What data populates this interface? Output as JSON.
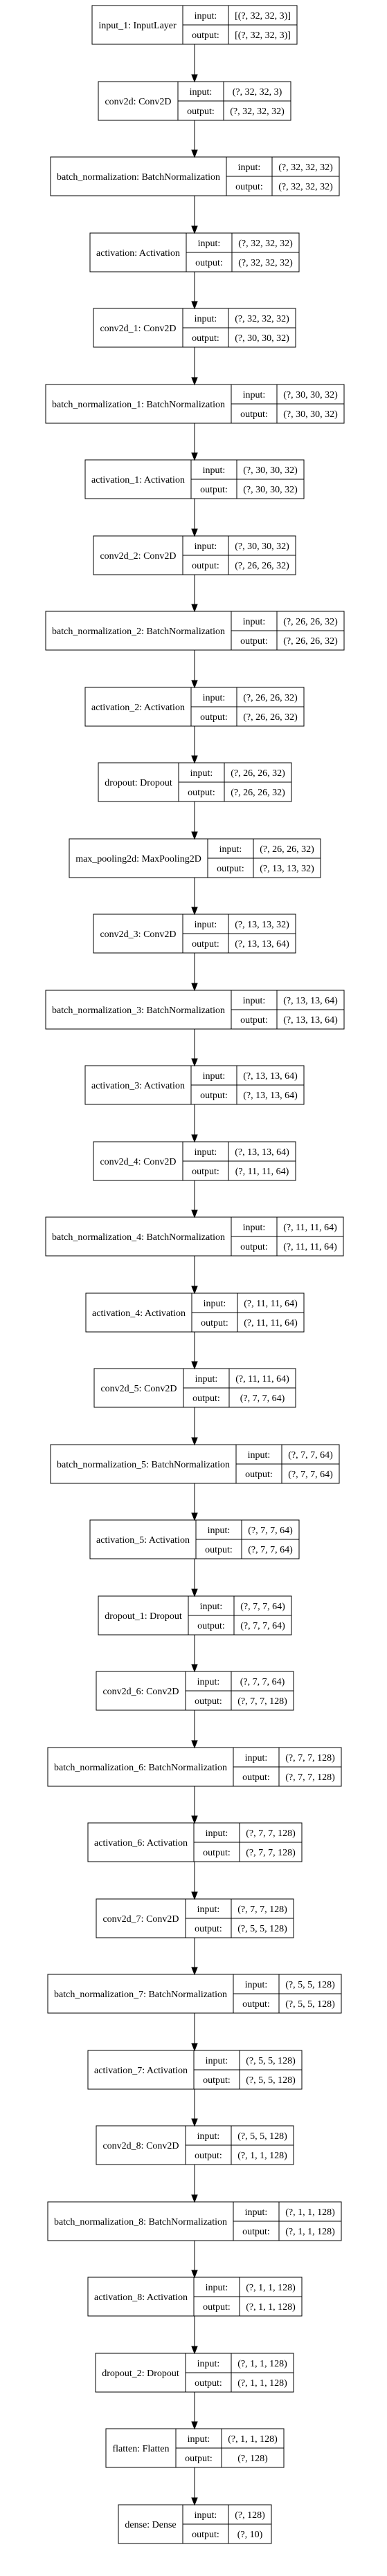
{
  "diagram": {
    "type": "keras-model-plot",
    "labels": {
      "input": "input:",
      "output": "output:"
    },
    "layers": [
      {
        "name": "input_1: InputLayer",
        "input": "[(?, 32, 32, 3)]",
        "output": "[(?, 32, 32, 3)]"
      },
      {
        "name": "conv2d: Conv2D",
        "input": "(?, 32, 32, 3)",
        "output": "(?, 32, 32, 32)"
      },
      {
        "name": "batch_normalization: BatchNormalization",
        "input": "(?, 32, 32, 32)",
        "output": "(?, 32, 32, 32)"
      },
      {
        "name": "activation: Activation",
        "input": "(?, 32, 32, 32)",
        "output": "(?, 32, 32, 32)"
      },
      {
        "name": "conv2d_1: Conv2D",
        "input": "(?, 32, 32, 32)",
        "output": "(?, 30, 30, 32)"
      },
      {
        "name": "batch_normalization_1: BatchNormalization",
        "input": "(?, 30, 30, 32)",
        "output": "(?, 30, 30, 32)"
      },
      {
        "name": "activation_1: Activation",
        "input": "(?, 30, 30, 32)",
        "output": "(?, 30, 30, 32)"
      },
      {
        "name": "conv2d_2: Conv2D",
        "input": "(?, 30, 30, 32)",
        "output": "(?, 26, 26, 32)"
      },
      {
        "name": "batch_normalization_2: BatchNormalization",
        "input": "(?, 26, 26, 32)",
        "output": "(?, 26, 26, 32)"
      },
      {
        "name": "activation_2: Activation",
        "input": "(?, 26, 26, 32)",
        "output": "(?, 26, 26, 32)"
      },
      {
        "name": "dropout: Dropout",
        "input": "(?, 26, 26, 32)",
        "output": "(?, 26, 26, 32)"
      },
      {
        "name": "max_pooling2d: MaxPooling2D",
        "input": "(?, 26, 26, 32)",
        "output": "(?, 13, 13, 32)"
      },
      {
        "name": "conv2d_3: Conv2D",
        "input": "(?, 13, 13, 32)",
        "output": "(?, 13, 13, 64)"
      },
      {
        "name": "batch_normalization_3: BatchNormalization",
        "input": "(?, 13, 13, 64)",
        "output": "(?, 13, 13, 64)"
      },
      {
        "name": "activation_3: Activation",
        "input": "(?, 13, 13, 64)",
        "output": "(?, 13, 13, 64)"
      },
      {
        "name": "conv2d_4: Conv2D",
        "input": "(?, 13, 13, 64)",
        "output": "(?, 11, 11, 64)"
      },
      {
        "name": "batch_normalization_4: BatchNormalization",
        "input": "(?, 11, 11, 64)",
        "output": "(?, 11, 11, 64)"
      },
      {
        "name": "activation_4: Activation",
        "input": "(?, 11, 11, 64)",
        "output": "(?, 11, 11, 64)"
      },
      {
        "name": "conv2d_5: Conv2D",
        "input": "(?, 11, 11, 64)",
        "output": "(?, 7, 7, 64)"
      },
      {
        "name": "batch_normalization_5: BatchNormalization",
        "input": "(?, 7, 7, 64)",
        "output": "(?, 7, 7, 64)"
      },
      {
        "name": "activation_5: Activation",
        "input": "(?, 7, 7, 64)",
        "output": "(?, 7, 7, 64)"
      },
      {
        "name": "dropout_1: Dropout",
        "input": "(?, 7, 7, 64)",
        "output": "(?, 7, 7, 64)"
      },
      {
        "name": "conv2d_6: Conv2D",
        "input": "(?, 7, 7, 64)",
        "output": "(?, 7, 7, 128)"
      },
      {
        "name": "batch_normalization_6: BatchNormalization",
        "input": "(?, 7, 7, 128)",
        "output": "(?, 7, 7, 128)"
      },
      {
        "name": "activation_6: Activation",
        "input": "(?, 7, 7, 128)",
        "output": "(?, 7, 7, 128)"
      },
      {
        "name": "conv2d_7: Conv2D",
        "input": "(?, 7, 7, 128)",
        "output": "(?, 5, 5, 128)"
      },
      {
        "name": "batch_normalization_7: BatchNormalization",
        "input": "(?, 5, 5, 128)",
        "output": "(?, 5, 5, 128)"
      },
      {
        "name": "activation_7: Activation",
        "input": "(?, 5, 5, 128)",
        "output": "(?, 5, 5, 128)"
      },
      {
        "name": "conv2d_8: Conv2D",
        "input": "(?, 5, 5, 128)",
        "output": "(?, 1, 1, 128)"
      },
      {
        "name": "batch_normalization_8: BatchNormalization",
        "input": "(?, 1, 1, 128)",
        "output": "(?, 1, 1, 128)"
      },
      {
        "name": "activation_8: Activation",
        "input": "(?, 1, 1, 128)",
        "output": "(?, 1, 1, 128)"
      },
      {
        "name": "dropout_2: Dropout",
        "input": "(?, 1, 1, 128)",
        "output": "(?, 1, 1, 128)"
      },
      {
        "name": "flatten: Flatten",
        "input": "(?, 1, 1, 128)",
        "output": "(?, 128)"
      },
      {
        "name": "dense: Dense",
        "input": "(?, 128)",
        "output": "(?, 10)"
      }
    ]
  }
}
